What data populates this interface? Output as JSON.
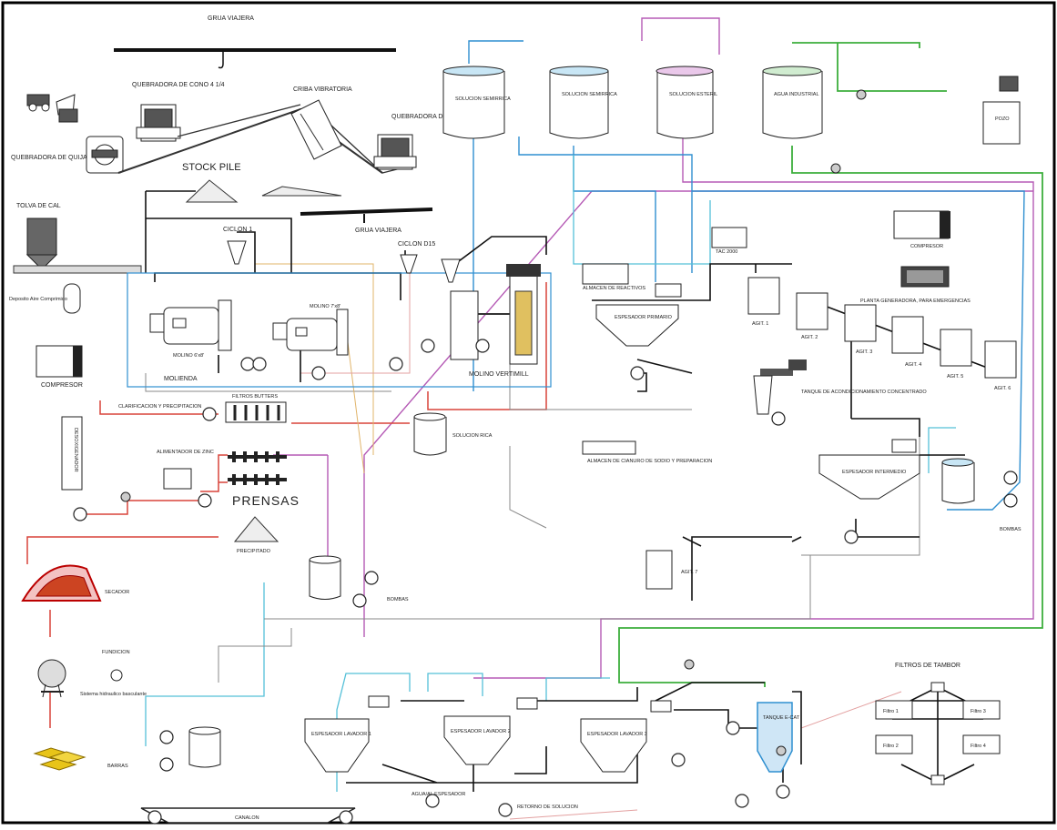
{
  "labels": {
    "grua_top": "GRUA VIAJERA",
    "grua_bottom": "GRUA VIAJERA",
    "quebradora_cono_1": "QUEBRADORA DE CONO 4 1/4",
    "quebradora_cono_2": "QUEBRADORA DE CONO",
    "criba": "CRIBA VIBRATORIA",
    "quebradora_quijadas": "QUEBRADORA DE QUIJADAS",
    "stock_pile": "STOCK PILE",
    "tolva_cal": "TOLVA DE CAL",
    "deposito_aire": "Deposito Aire Comprimido",
    "ciclon1": "CICLON 1",
    "ciclon_d15": "CICLON D15",
    "molino1": "MOLINO 6'x8'",
    "molino2": "MOLINO 7'x8'",
    "molienda": "MOLIENDA",
    "molino_vertimill": "MOLINO VERTIMILL",
    "compresor_left": "COMPRESOR",
    "solucion_semirrica_1": "SOLUCION SEMIRRICA",
    "solucion_semirrica_2": "SOLUCION SEMIRRICA",
    "solucion_esteril": "SOLUCION ESTERIL",
    "agua_industrial": "AGUA INDUSTRIAL",
    "pozo": "POZO",
    "almacen_reactivos": "ALMACEN DE REACTIVOS",
    "espesador_primario": "ESPESADOR PRIMARIO",
    "tac": "TAC 2000",
    "compresor_right": "COMPRESOR",
    "planta_generadora": "PLANTA GENERADORA, PARA EMERGENCIAS",
    "agit1": "AGIT. 1",
    "agit2": "AGIT. 2",
    "agit3": "AGIT. 3",
    "agit4": "AGIT. 4",
    "agit5": "AGIT. 5",
    "agit6": "AGIT. 6",
    "agit7": "AGIT. 7",
    "tanque_acond": "TANQUE DE ACONDICIONAMIENTO CONCENTRADO",
    "clarificacion": "CLARIFICACION Y PRECIPITACION",
    "filtros_butters": "FILTROS BUTTERS",
    "desoxigenador": "DESOXIGENADOR",
    "solucion_rica": "SOLUCION RICA",
    "alimentador_zinc": "ALIMENTADOR DE ZINC",
    "prensas": "PRENSAS",
    "precipitado": "PRECIPITADO",
    "almacen_cianuro": "ALMACEN DE CIANURO DE SODIO Y PREPARACION",
    "espesador_intermedio": "ESPESADOR INTERMEDIO",
    "bombas_right": "BOMBAS",
    "secador": "SECADOR",
    "bombas_mid": "BOMBAS",
    "fundicion": "FUNDICION",
    "sistema": "Sistema hidraulico basculante",
    "barras": "BARRAS",
    "filtros_tambor": "FILTROS DE TAMBOR",
    "espesador_lavador_1": "ESPESADOR LAVADOR 1",
    "espesador_lavador_2": "ESPESADOR LAVADOR 2",
    "espesador_lavador_3": "ESPESADOR LAVADOR 3",
    "tanque_ecat": "TANQUE E-CAT",
    "agua_espesador": "AGUA/AL ESPESADOR",
    "retorno_solucion": "RETORNO DE SOLUCION",
    "canalon": "CANALON",
    "filtro1": "Filtro 1",
    "filtro2": "Filtro 2",
    "filtro3": "Filtro 3",
    "filtro4": "Filtro 4"
  },
  "colors": {
    "process": "#111111",
    "semirrica": "#2f8fd0",
    "semirrica_light": "#55c0d8",
    "esteril": "#b55ab5",
    "agua": "#3cae3c",
    "rica": "#d8443a"
  }
}
